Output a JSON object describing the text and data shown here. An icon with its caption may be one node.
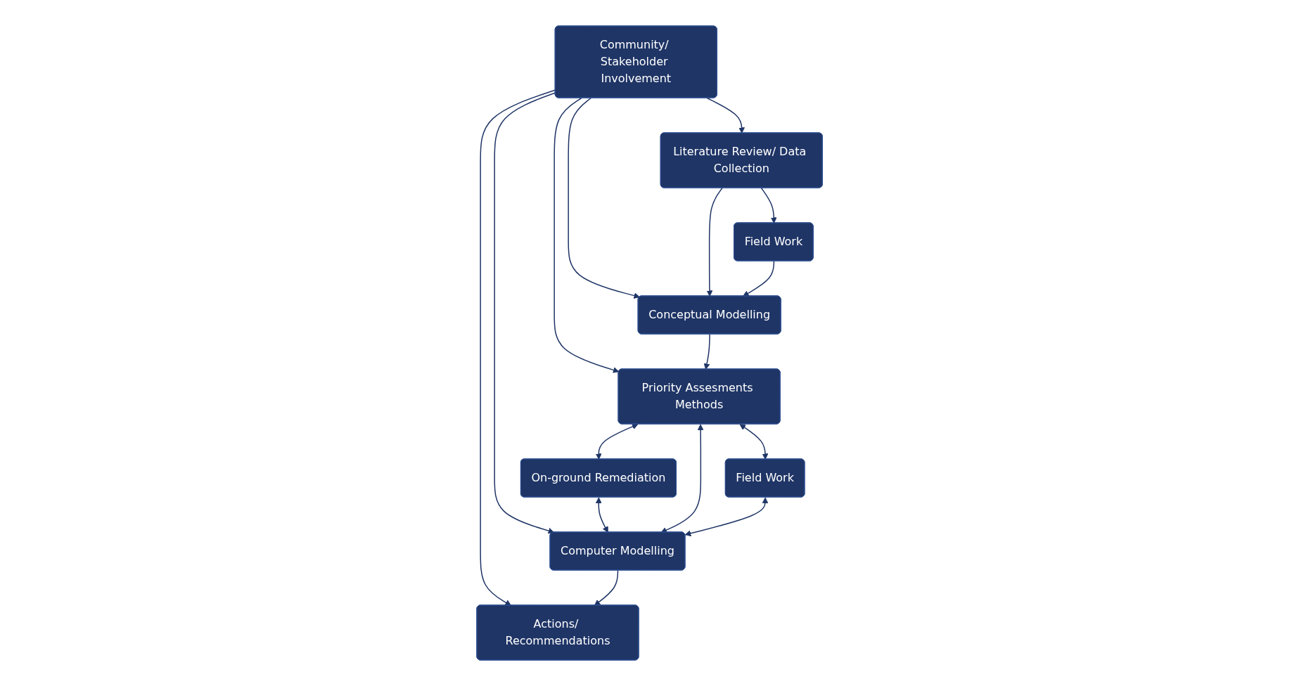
{
  "diagram": {
    "nodes": [
      {
        "text": [
          "Community/ Stakeholder Involvement"
        ]
      },
      {
        "text": [
          "Literature Review/ Data Collection"
        ]
      },
      {
        "text": [
          "Field Work"
        ]
      },
      {
        "text": [
          "Conceptual Modelling"
        ]
      },
      {
        "text": [
          "On-ground Remediation"
        ]
      },
      {
        "text": [
          "Priority Assesments Methods"
        ]
      },
      {
        "text": [
          "Computer Modelling"
        ]
      },
      {
        "text": [
          "Field Work"
        ]
      },
      {
        "text": [
          "Actions/ Recommendations"
        ]
      }
    ],
    "edges": [
      {
        "from": 0,
        "to": 1,
        "arrow": "to"
      },
      {
        "from": 0,
        "to": 3,
        "arrow": "to"
      },
      {
        "from": 0,
        "to": 5,
        "arrow": "to"
      },
      {
        "from": 0,
        "to": 6,
        "arrow": "to"
      },
      {
        "from": 0,
        "to": 8,
        "arrow": "to"
      },
      {
        "from": 1,
        "to": 2,
        "arrow": "to"
      },
      {
        "from": 1,
        "to": 3,
        "arrow": "to"
      },
      {
        "from": 2,
        "to": 3,
        "arrow": "to"
      },
      {
        "from": 3,
        "to": 5,
        "arrow": "to"
      },
      {
        "from": 5,
        "to": 4,
        "arrow": "both"
      },
      {
        "from": 4,
        "to": 6,
        "arrow": "both"
      },
      {
        "from": 5,
        "to": 6,
        "arrow": "both"
      },
      {
        "from": 5,
        "to": 7,
        "arrow": "both"
      },
      {
        "from": 7,
        "to": 6,
        "arrow": "both"
      },
      {
        "from": 6,
        "to": 8,
        "arrow": "to"
      }
    ]
  }
}
